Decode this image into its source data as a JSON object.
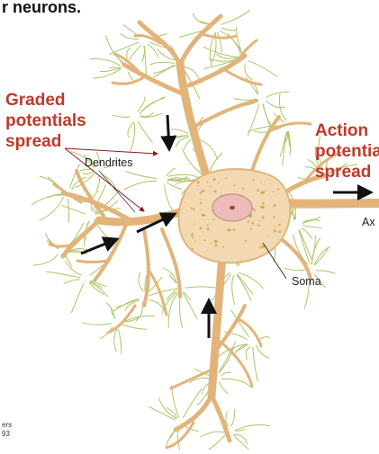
{
  "heading": "r neurons.",
  "labels": {
    "graded_line1": "Graded",
    "graded_line2": "potentials",
    "graded_line3": "spread",
    "action_line1": "Action",
    "action_line2": "potentials",
    "action_line3": "spread",
    "dendrites": "Dendrites",
    "soma": "Soma",
    "axon": "Ax"
  },
  "credit": {
    "line1": "ers",
    "line2": "93"
  },
  "colors": {
    "accent_red": "#c0392b",
    "dendrite_fill": "#e2b47a",
    "soma_fill": "#f3d9b1",
    "nucleus_fill": "#eebcb8",
    "spine_green": "#9dbb4a",
    "arrow": "#111111"
  }
}
